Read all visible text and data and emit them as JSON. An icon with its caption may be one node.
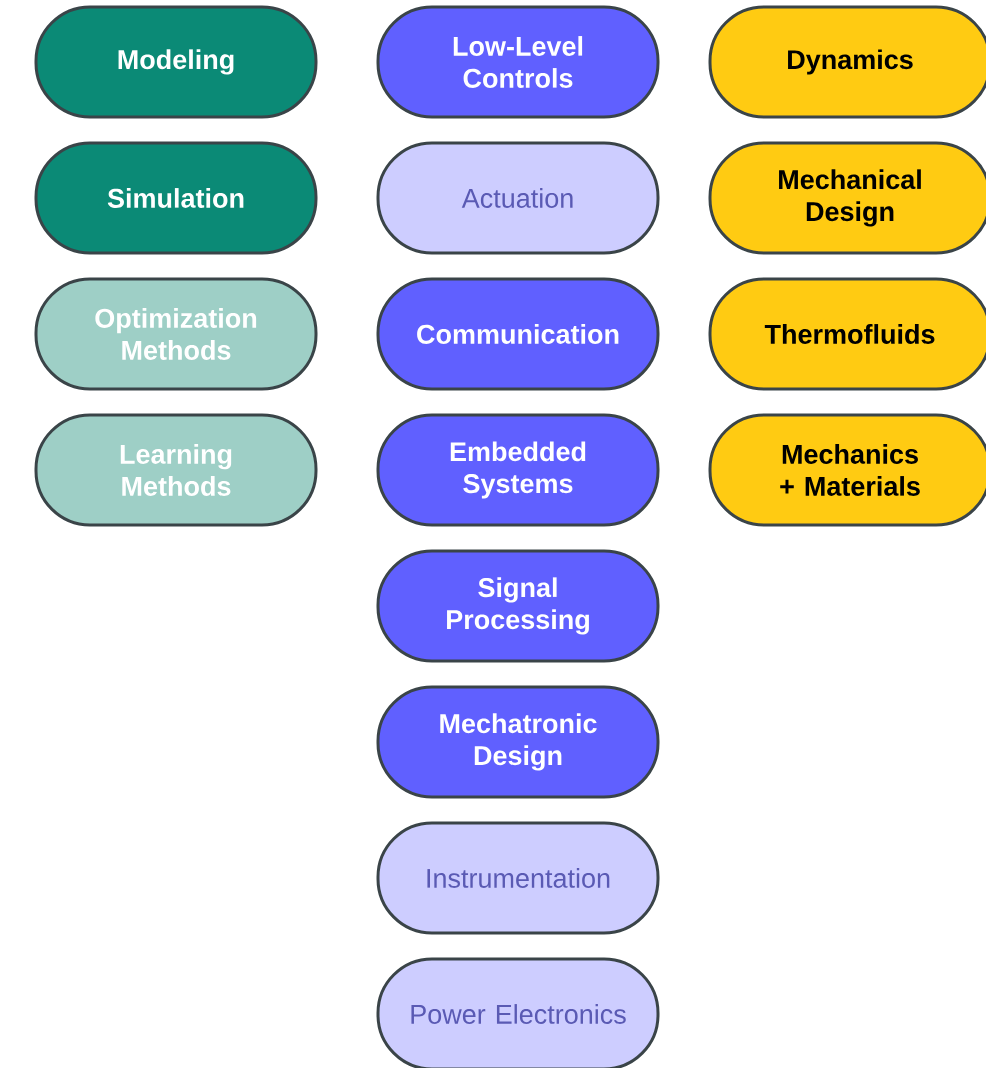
{
  "diagram": {
    "nodes": [
      {
        "text": [
          "Modeling"
        ]
      },
      {
        "text": [
          "Simulation"
        ]
      },
      {
        "text": [
          "Optimization Methods"
        ]
      },
      {
        "text": [
          "Learning Methods"
        ]
      },
      {
        "text": [
          "Low-Level Controls"
        ]
      },
      {
        "text": [
          "Actuation"
        ]
      },
      {
        "text": [
          "Communication"
        ]
      },
      {
        "text": [
          "Embedded Systems"
        ]
      },
      {
        "text": [
          "Signal Processing"
        ]
      },
      {
        "text": [
          "Mechatronic Design"
        ]
      },
      {
        "text": [
          "Instrumentation"
        ]
      },
      {
        "text": [
          "Power Electronics"
        ]
      },
      {
        "text": [
          "Dynamics"
        ]
      },
      {
        "text": [
          "Mechanical Design"
        ]
      },
      {
        "text": [
          "Thermofluids"
        ]
      },
      {
        "text": [
          "Mechanics + Materials"
        ]
      }
    ]
  }
}
